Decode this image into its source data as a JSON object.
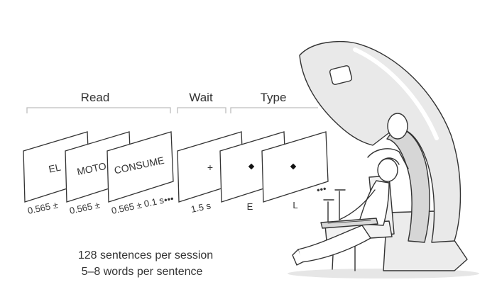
{
  "phases": {
    "read": "Read",
    "wait": "Wait",
    "type": "Type"
  },
  "read_cards": {
    "card1_word": "EL",
    "card2_word": "MOTO",
    "card3_word": "CONSUME",
    "card1_timing": "0.565 ±",
    "card2_timing": "0.565 ±",
    "card3_timing": "0.565 ± 0.1 s"
  },
  "wait_card": {
    "symbol": "+",
    "timing": "1.5 s"
  },
  "type_cards": {
    "card1_letter": "E",
    "card2_letter": "L"
  },
  "ellipsis": "•••",
  "caption": {
    "line1": "128 sentences per session",
    "line2": "5–8 words per sentence"
  },
  "colors": {
    "line": "#333333",
    "bracket": "#bdbdbd",
    "machine_fill": "#e9e9e9",
    "machine_shade": "#d6d6d6"
  }
}
